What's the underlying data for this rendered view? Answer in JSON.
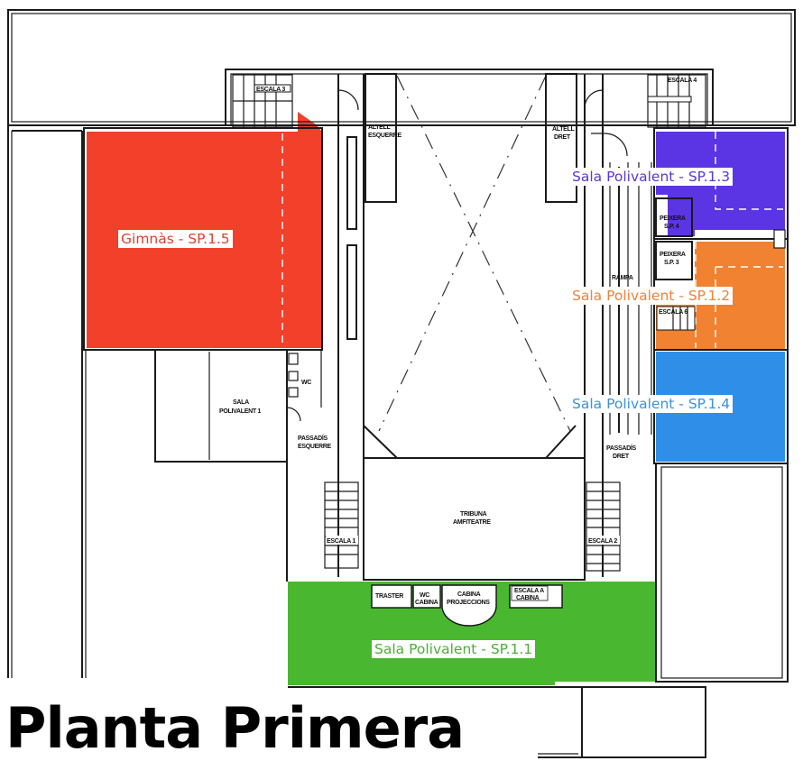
{
  "title": "Planta Primera",
  "colors": {
    "gimnas": "#f2402b",
    "sp_1_1": "#49b72f",
    "sp_1_2": "#f08231",
    "sp_1_3": "#5b35e3",
    "sp_1_4": "#2f8fe8",
    "wall": "#1a1a1a"
  },
  "highlighted_rooms": [
    {
      "id": "SP.1.5",
      "label": "Gimnàs - SP.1.5",
      "color": "#f2402b",
      "text_color": "#e0402f"
    },
    {
      "id": "SP.1.3",
      "label": "Sala Polivalent - SP.1.3",
      "color": "#5b35e3",
      "text_color": "#5a38d6"
    },
    {
      "id": "SP.1.2",
      "label": "Sala Polivalent - SP.1.2",
      "color": "#f08231",
      "text_color": "#f0823a"
    },
    {
      "id": "SP.1.4",
      "label": "Sala Polivalent - SP.1.4",
      "color": "#2f8fe8",
      "text_color": "#3a93e0"
    },
    {
      "id": "SP.1.1",
      "label": "Sala Polivalent - SP.1.1",
      "color": "#49b72f",
      "text_color": "#4caf37"
    }
  ],
  "plan_labels": {
    "escala_3": "ESCALA 3",
    "escala_4": "ESCALA 4",
    "altell_esquerre_1": "ALTELL",
    "altell_esquerre_2": "ESQUERRE",
    "altell_dret_1": "ALTELL",
    "altell_dret_2": "DRET",
    "peixera_4_1": "PEIXERA",
    "peixera_4_2": "S.P. 4",
    "peixera_3_1": "PEIXERA",
    "peixera_3_2": "S.P. 3",
    "escala_6": "ESCALA 6",
    "rampa": "RAMPA",
    "sala_polivalent_1_a": "SALA",
    "sala_polivalent_1_b": "POLIVALENT 1",
    "wc": "WC",
    "passadis_esquerre_1": "PASSADÍS",
    "passadis_esquerre_2": "ESQUERRE",
    "passadis_dret_1": "PASSADÍS",
    "passadis_dret_2": "DRET",
    "tribuna_1": "TRIBUNA",
    "tribuna_2": "AMFITEATRE",
    "escala_1": "ESCALA 1",
    "escala_2": "ESCALA 2",
    "traster": "TRASTER",
    "wc_cabina_1": "WC",
    "wc_cabina_2": "CABINA",
    "cabina_1": "CABINA",
    "cabina_2": "PROJECCIONS",
    "escala_cabina_1": "ESCALA A",
    "escala_cabina_2": "CABINA"
  }
}
